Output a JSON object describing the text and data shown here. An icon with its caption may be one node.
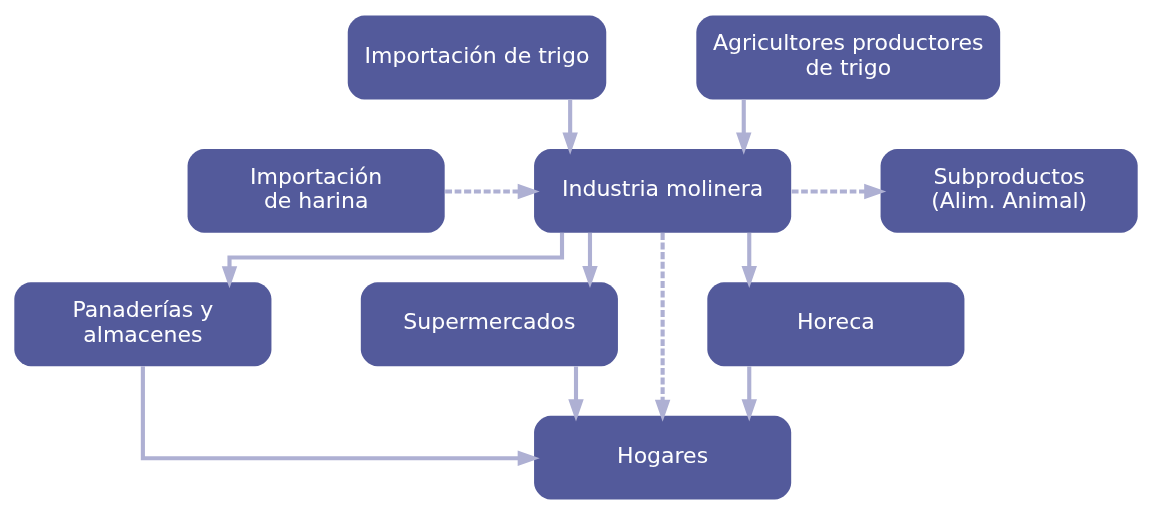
{
  "diagram": {
    "nodes": [
      {
        "text": [
          "Importación de trigo"
        ]
      },
      {
        "text": [
          "Agricultores productores de trigo"
        ]
      },
      {
        "text": [
          "Importación de harina"
        ]
      },
      {
        "text": [
          "Industria molinera"
        ]
      },
      {
        "text": [
          "Subproductos (Alim. Animal)"
        ]
      },
      {
        "text": [
          "Panaderías y almacenes"
        ]
      },
      {
        "text": [
          "Supermercados"
        ]
      },
      {
        "text": [
          "Horeca"
        ]
      },
      {
        "text": [
          "Hogares"
        ]
      }
    ],
    "edges": [
      {
        "from": 0,
        "to": 3,
        "arrow": "to"
      },
      {
        "from": 1,
        "to": 3,
        "arrow": "to"
      },
      {
        "from": 2,
        "to": 3,
        "arrow": "to",
        "style": "dashed"
      },
      {
        "from": 3,
        "to": 4,
        "arrow": "to",
        "style": "dashed"
      },
      {
        "from": 3,
        "to": 5,
        "arrow": "to"
      },
      {
        "from": 3,
        "to": 6,
        "arrow": "to"
      },
      {
        "from": 3,
        "to": 7,
        "arrow": "to"
      },
      {
        "from": 3,
        "to": 8,
        "arrow": "to",
        "style": "dashed"
      },
      {
        "from": 5,
        "to": 8,
        "arrow": "to"
      },
      {
        "from": 6,
        "to": 8,
        "arrow": "to"
      },
      {
        "from": 7,
        "to": 8,
        "arrow": "to"
      }
    ]
  }
}
